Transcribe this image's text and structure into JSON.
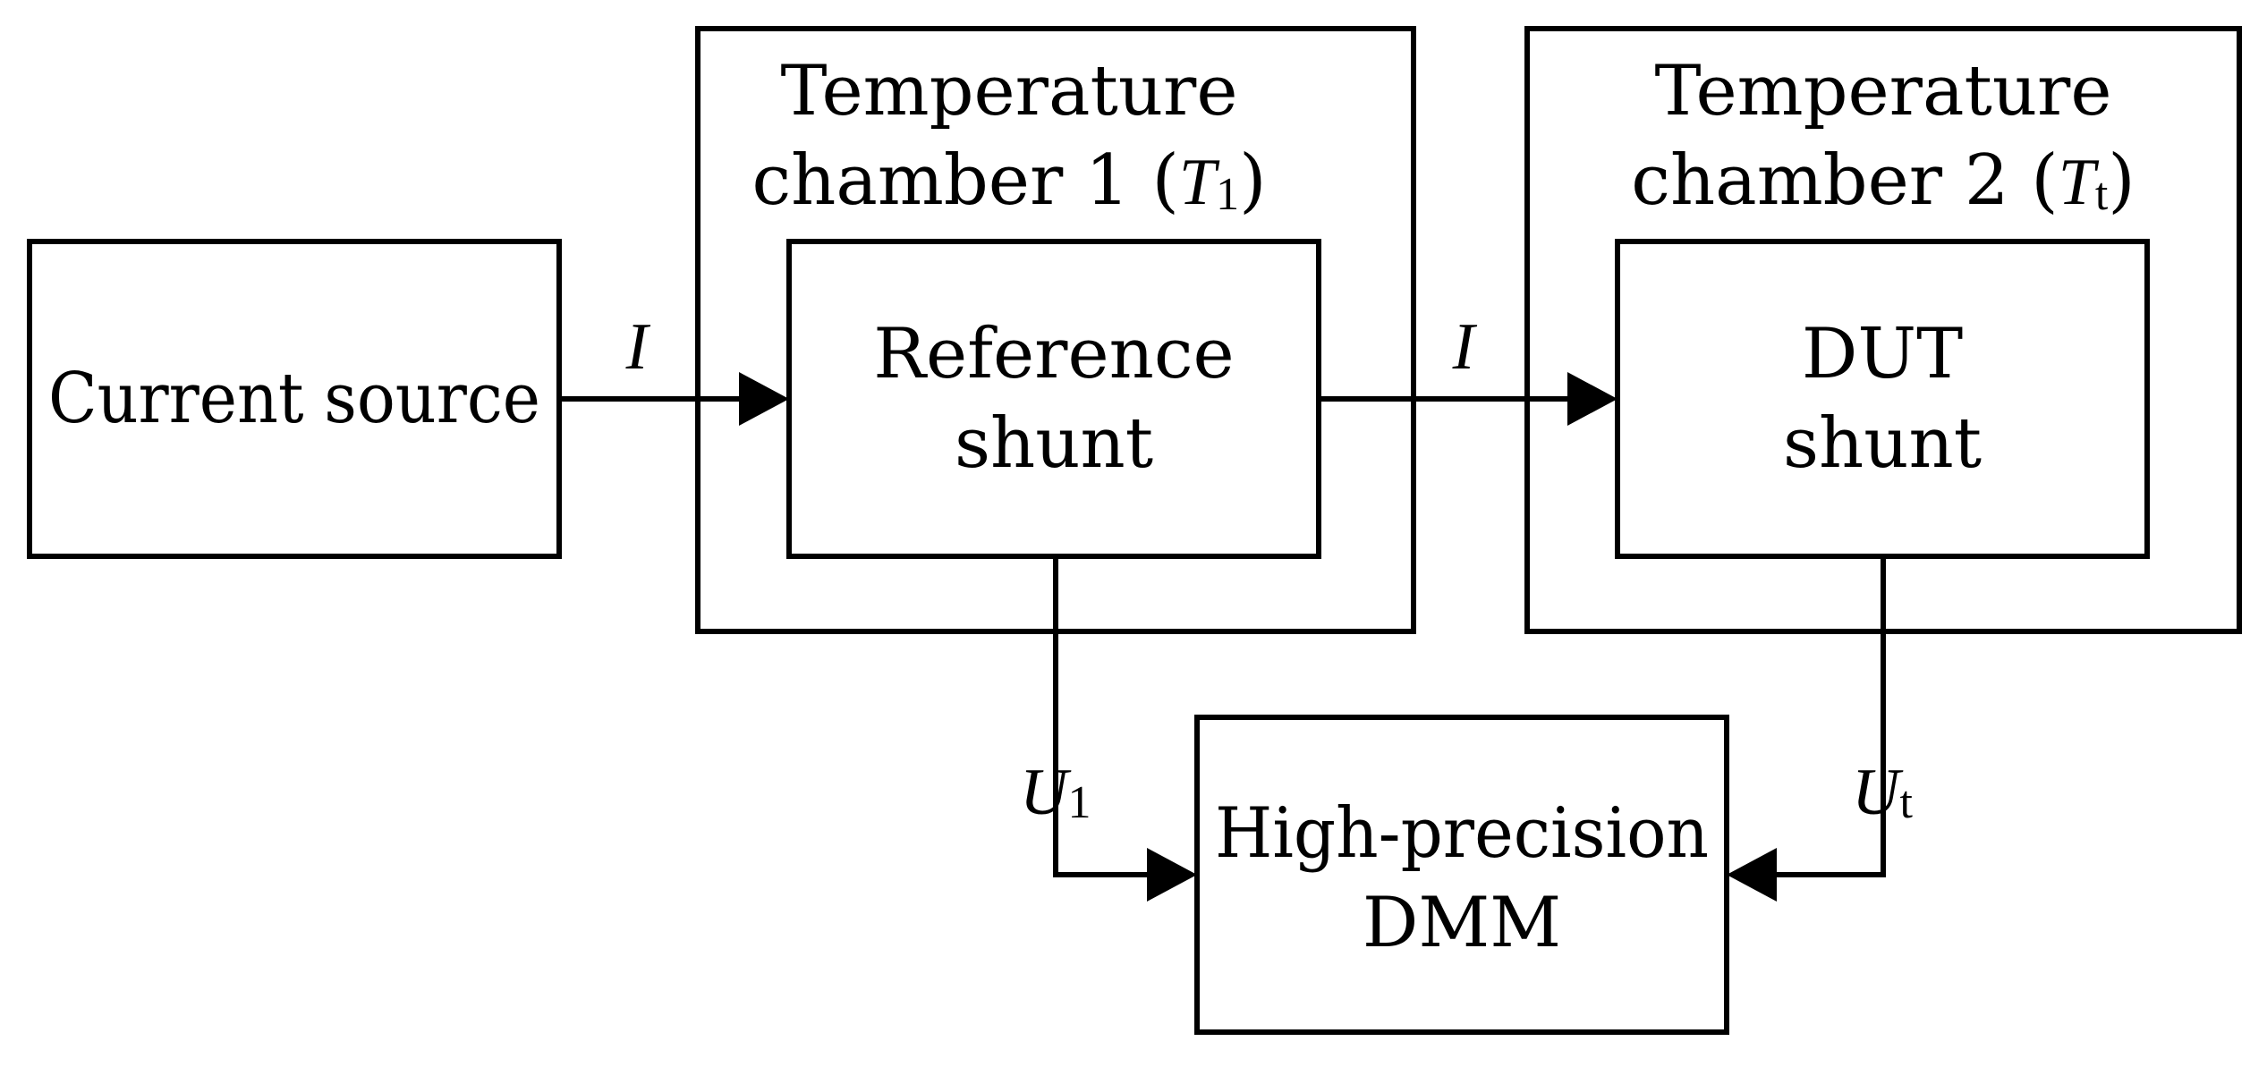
{
  "blocks": {
    "current_source": "Current source",
    "chamber1": {
      "line1": "Temperature",
      "line2_text": "chamber 1 (",
      "symbol": "T",
      "subscript": "1",
      "close": ")"
    },
    "chamber2": {
      "line1": "Temperature",
      "line2_text": "chamber 2 (",
      "symbol": "T",
      "subscript": "t",
      "close": ")"
    },
    "reference_shunt": {
      "line1": "Reference",
      "line2": "shunt"
    },
    "dut_shunt": {
      "line1": "DUT",
      "line2": "shunt"
    },
    "dmm": {
      "line1": "High-precision",
      "line2": "DMM"
    }
  },
  "signals": {
    "current1": "I",
    "current2": "I",
    "u1": {
      "symbol": "U",
      "subscript": "1"
    },
    "ut": {
      "symbol": "U",
      "subscript": "t"
    }
  }
}
